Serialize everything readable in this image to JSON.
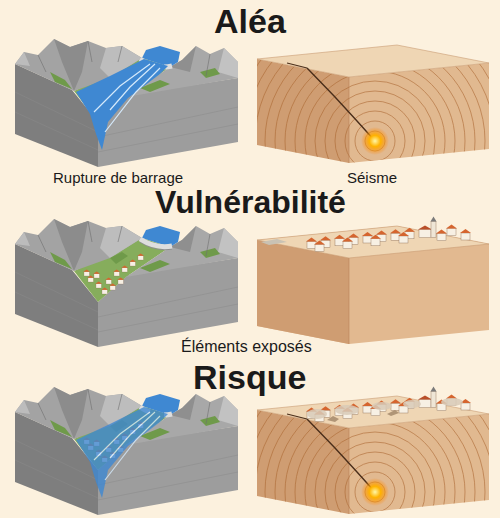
{
  "diagram": {
    "labels": [
      "Aléa",
      "Rupture de barrage",
      "Séisme",
      "Vulnérabilité",
      "Éléments exposés",
      "Risque"
    ]
  }
}
